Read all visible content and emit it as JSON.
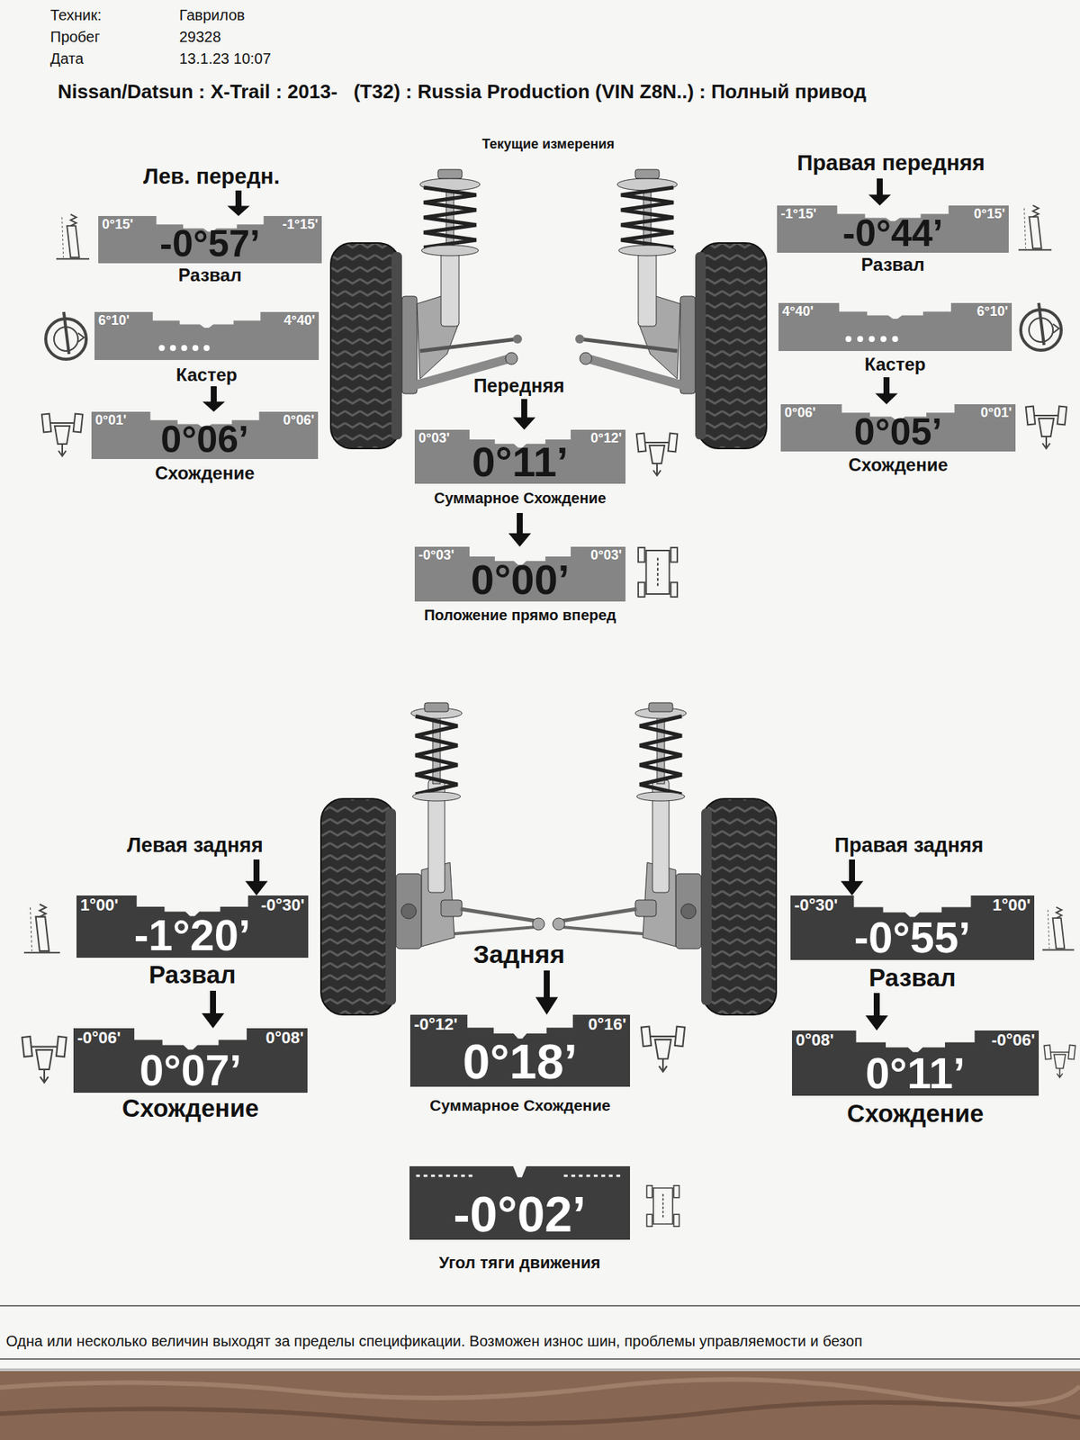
{
  "diagram": {
    "title": "Nissan/Datsun : X-Trail : 2013-   (T32) : Russia Production (VIN Z8N..) : Полный привод",
    "nodes": [
      {
        "text": [
          "0°15'",
          "-1°15'",
          "-0°57’",
          "Развал"
        ]
      },
      {
        "text": [
          "-1°15'",
          "0°15'",
          "-0°44’",
          "Развал"
        ]
      },
      {
        "text": [
          "6°10'",
          "4°40'",
          "Кастер"
        ]
      },
      {
        "text": [
          "4°40'",
          "6°10'",
          "Кастер"
        ]
      },
      {
        "text": [
          "0°01'",
          "0°06'",
          "0°06’",
          "Схождение"
        ]
      },
      {
        "text": [
          "0°03'",
          "0°12'",
          "0°11’",
          "Суммарное Схождение"
        ]
      },
      {
        "text": [
          "0°06'",
          "0°01'",
          "0°05’",
          "Схождение"
        ]
      },
      {
        "text": [
          "-0°03'",
          "0°03'",
          "0°00’",
          "Положение прямо вперед"
        ]
      },
      {
        "text": [
          "1°00'",
          "-0°30'",
          "-1°20’",
          "Развал"
        ]
      },
      {
        "text": [
          "-0°30'",
          "1°00'",
          "-0°55’",
          "Развал"
        ]
      },
      {
        "text": [
          "-0°06'",
          "0°08'",
          "0°07’",
          "Схождение"
        ]
      },
      {
        "text": [
          "-0°12'",
          "0°16'",
          "0°18’",
          "Суммарное Схождение"
        ]
      },
      {
        "text": [
          "0°08'",
          "-0°06'",
          "0°11’",
          "Схождение"
        ]
      },
      {
        "text": [
          "-0°02’",
          "Угол тяги движения"
        ]
      }
    ],
    "labels": [
      "Техник:",
      "Гаврилов",
      "Пробег",
      "29328",
      "Дата",
      "13.1.23 10:07",
      "Текущие измерения",
      "Лев. передн.",
      "Правая передняя",
      "Передняя",
      "Левая задняя",
      "Задняя",
      "Правая задняя",
      "Одна или несколько величин выходят за пределы спецификации. Возможен износ шин, проблемы управляемости и безоп"
    ]
  }
}
